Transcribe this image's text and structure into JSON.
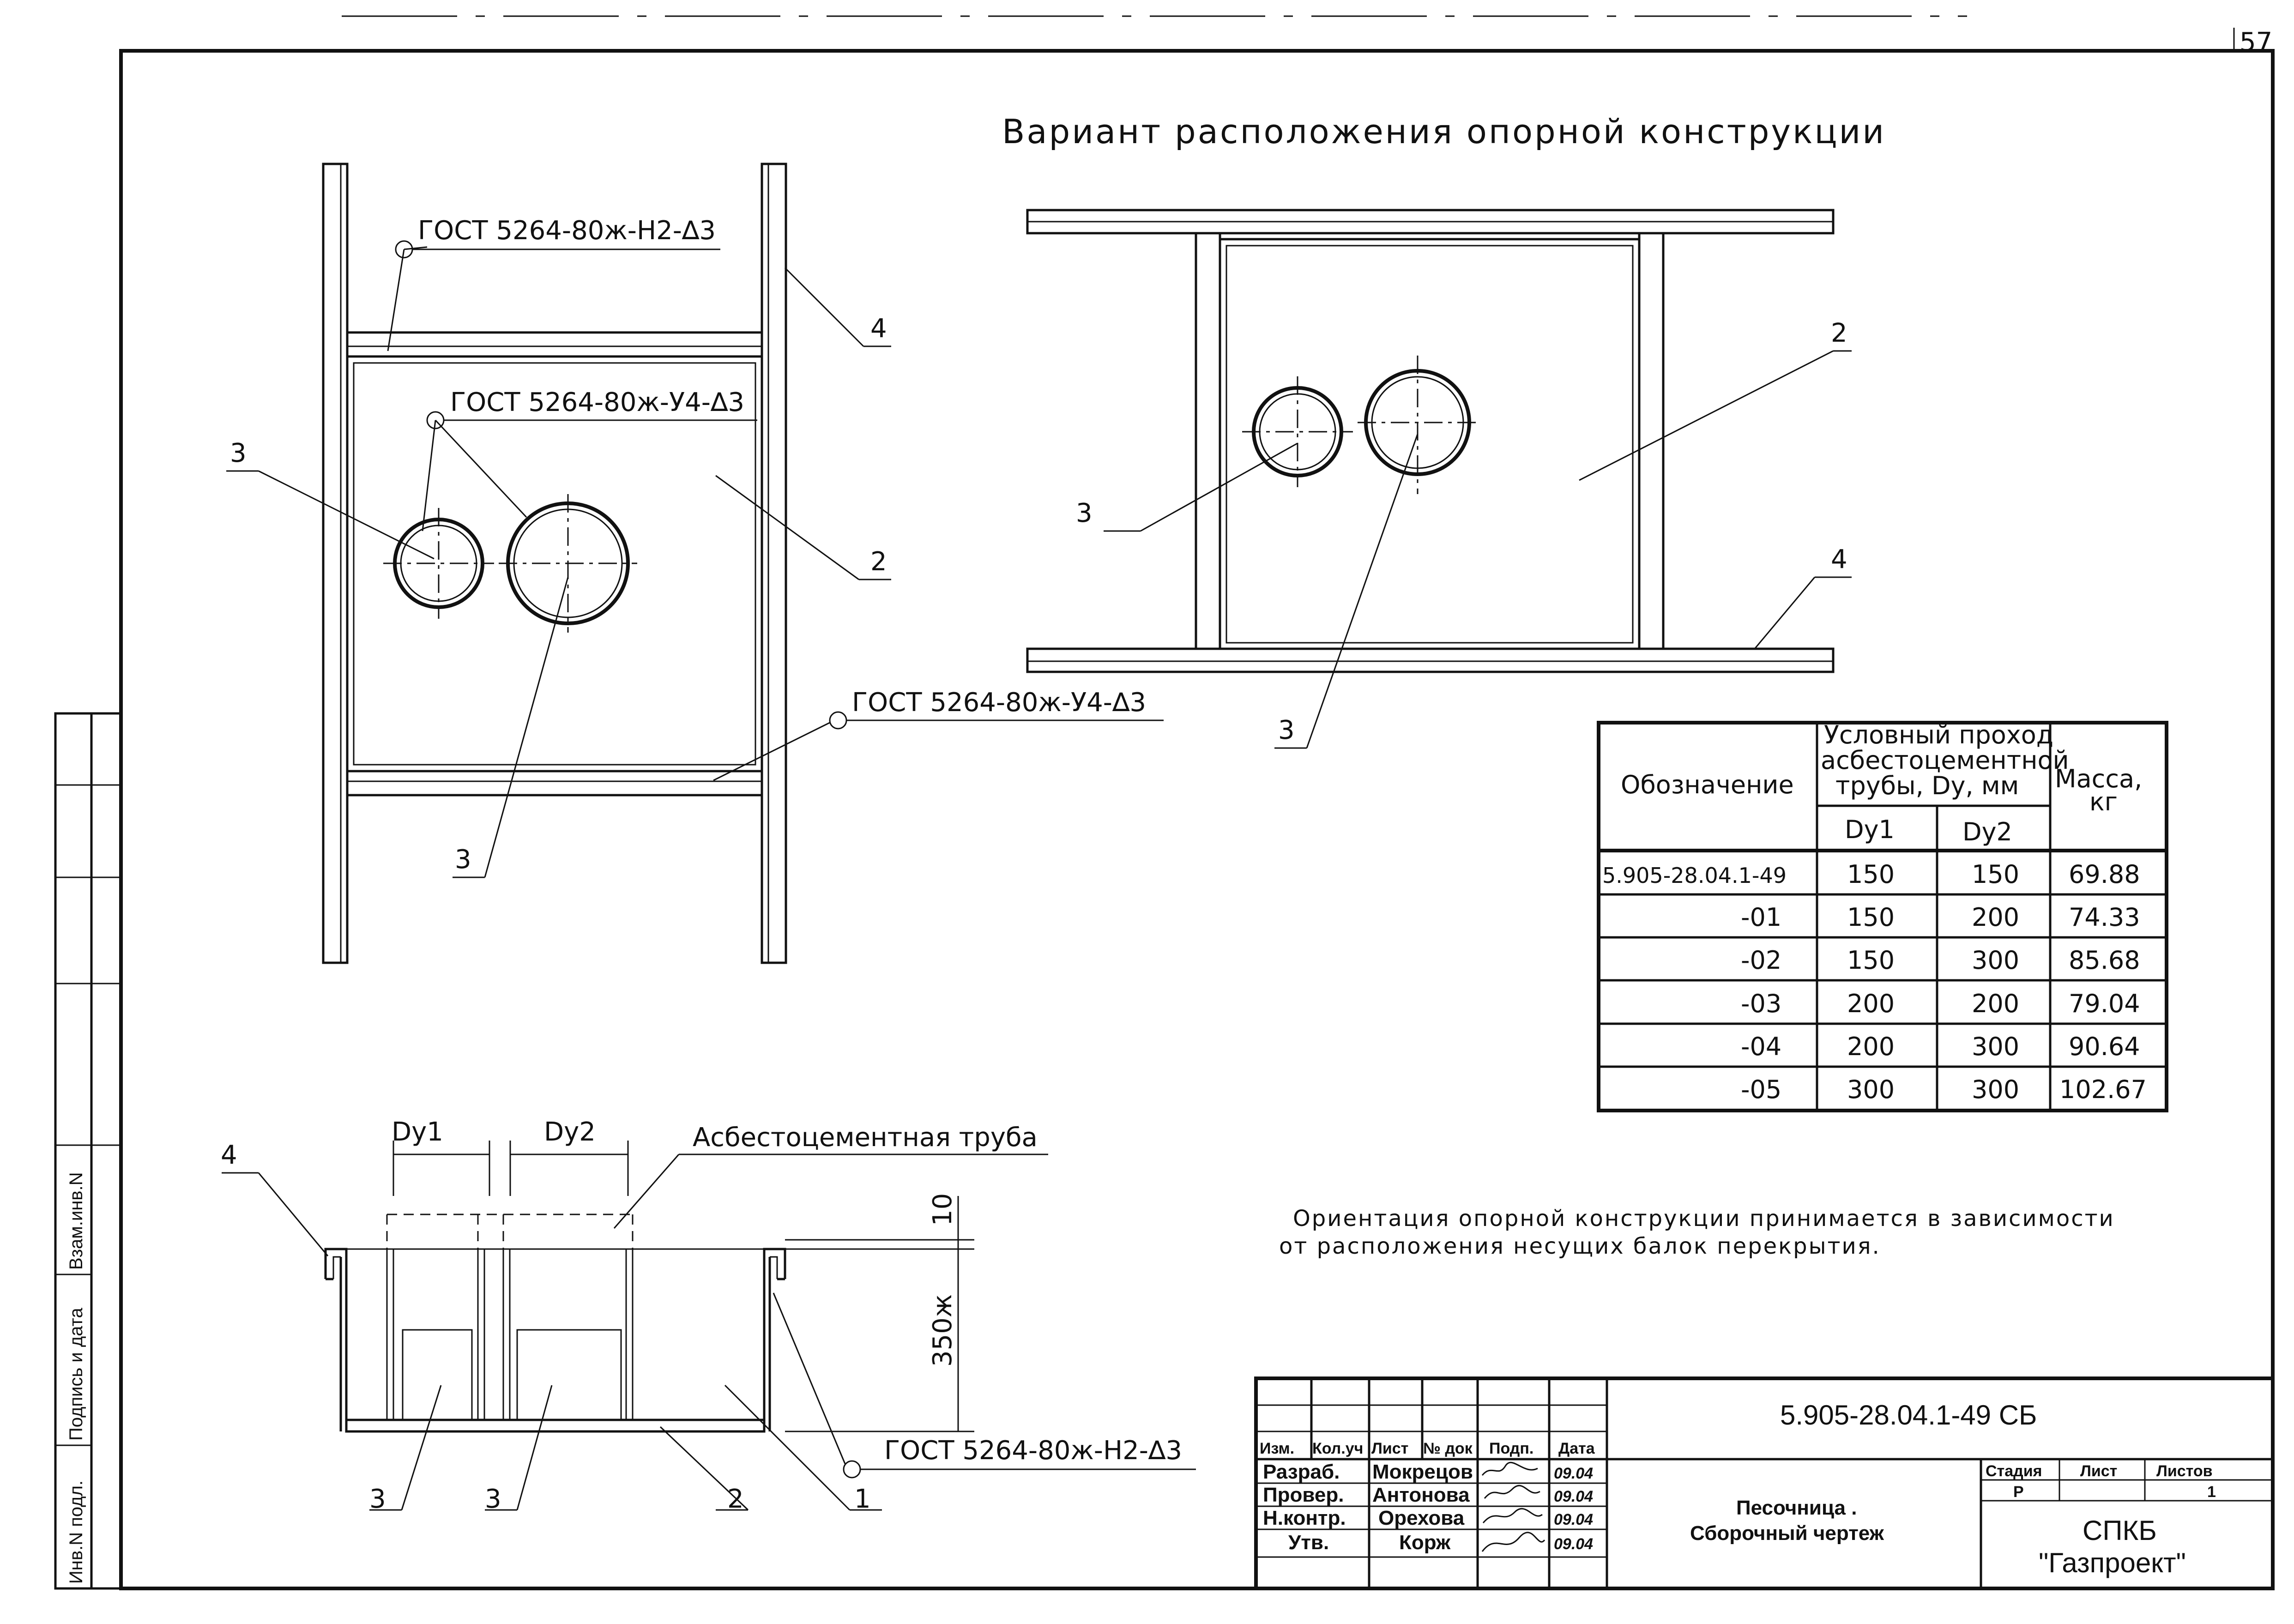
{
  "page_number": "57",
  "top_title": "Вариант расположения опорной конструкции",
  "weld_labels": {
    "top_left": "ГОСТ 5264-80ж-Н2-∆3",
    "pipes": "ГОСТ 5264-80ж-У4-∆3",
    "bottom_left": "ГОСТ 5264-80ж-У4-∆3",
    "section": "ГОСТ 5264-80ж-Н2-∆3"
  },
  "callouts": {
    "plan_left": [
      "4",
      "3",
      "2",
      "3"
    ],
    "plan_right": [
      "2",
      "3",
      "4",
      "3"
    ],
    "section": [
      "4",
      "3",
      "3",
      "2",
      "1"
    ]
  },
  "section": {
    "dy1": "Dy1",
    "dy2": "Dy2",
    "pipe_label": "Асбестоцементная труба",
    "dim_10": "10",
    "dim_350": "350ж"
  },
  "spec_table": {
    "headers": {
      "designation": "Обозначение",
      "passage": [
        "Условный проход",
        "асбестоцементной",
        "трубы, Dy, мм"
      ],
      "dy1": "Dy1",
      "dy2": "Dy2",
      "mass": [
        "Масса,",
        "кг"
      ]
    },
    "rows": [
      {
        "designation": "5.905-28.04.1-49",
        "dy1": "150",
        "dy2": "150",
        "mass": "69.88"
      },
      {
        "designation": "-01",
        "dy1": "150",
        "dy2": "200",
        "mass": "74.33"
      },
      {
        "designation": "-02",
        "dy1": "150",
        "dy2": "300",
        "mass": "85.68"
      },
      {
        "designation": "-03",
        "dy1": "200",
        "dy2": "200",
        "mass": "79.04"
      },
      {
        "designation": "-04",
        "dy1": "200",
        "dy2": "300",
        "mass": "90.64"
      },
      {
        "designation": "-05",
        "dy1": "300",
        "dy2": "300",
        "mass": "102.67"
      }
    ]
  },
  "note": [
    "Ориентация опорной конструкции принимается в зависимости",
    "от расположения несущих балок перекрытия."
  ],
  "title_block": {
    "doc_code": "5.905-28.04.1-49 СБ",
    "col_headers": [
      "Изм.",
      "Кол.уч",
      "Лист",
      "№ док",
      "Подп.",
      "Дата"
    ],
    "roles": [
      {
        "role": "Разраб.",
        "name": "Мокрецов",
        "date": "09.04"
      },
      {
        "role": "Провер.",
        "name": "Антонова",
        "date": "09.04"
      },
      {
        "role": "Н.контр.",
        "name": "Орехова",
        "date": "09.04"
      },
      {
        "role": "Утв.",
        "name": "Корж",
        "date": "09.04"
      }
    ],
    "product": [
      "Песочница .",
      "Сборочный чертеж"
    ],
    "stage_headers": [
      "Стадия",
      "Лист",
      "Листов"
    ],
    "stage_values": [
      "Р",
      "",
      "1"
    ],
    "org": [
      "СПКБ",
      "\"Газпроект\""
    ]
  },
  "side_stamp": [
    "Инв.N подл.",
    "Подпись и дата",
    "Взам.инв.N"
  ]
}
